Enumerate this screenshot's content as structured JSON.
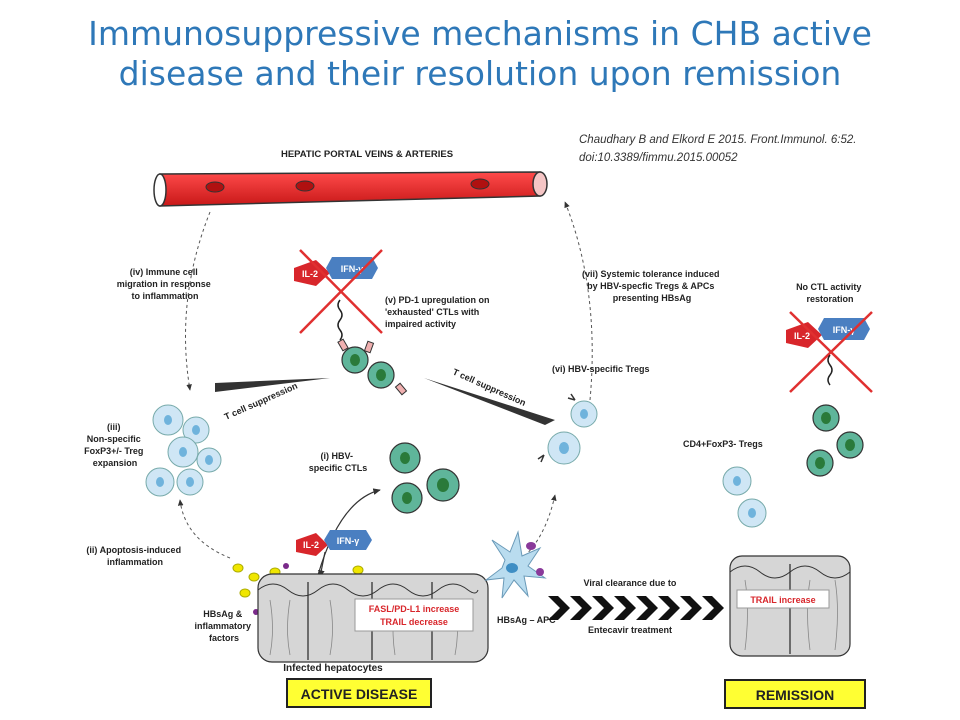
{
  "title_line1": "Immunosuppressive mechanisms in CHB active",
  "title_line2": "disease and their resolution upon remission",
  "citation_line1": "Chaudhary B and Elkord E 2015. Front.Immunol. 6:52.",
  "citation_line2": "doi:10.3389/fimmu.2015.00052",
  "labels": {
    "portal_veins": "HEPATIC PORTAL VEINS & ARTERIES",
    "iv_1": "(iv) Immune cell",
    "iv_2": "migration in response",
    "iv_3": "to inflammation",
    "v_1": "(v) PD-1 upregulation on",
    "v_2": "'exhausted' CTLs with",
    "v_3": "impaired activity",
    "vii_1": "(vii) Systemic tolerance induced",
    "vii_2": "by HBV-specfic Tregs & APCs",
    "vii_3": "presenting HBsAg",
    "no_ctl_1": "No CTL activity",
    "no_ctl_2": "restoration",
    "vi": "(vi) HBV-specific Tregs",
    "t_suppression_left": "T cell suppression",
    "t_suppression_right": "T cell suppression",
    "iii_1": "(iii)",
    "iii_2": "Non-specific",
    "iii_3": "FoxP3+/- Treg",
    "iii_4": "expansion",
    "i_1": "(i) HBV-",
    "i_2": "specific CTLs",
    "cd4_tregs": "CD4+FoxP3- Tregs",
    "ii_1": "(ii) Apoptosis-induced",
    "ii_2": "inflammation",
    "hbsag_1": "HBsAg &",
    "hbsag_2": "inflammatory",
    "hbsag_3": "factors",
    "fasl": "FASL/PD-L1 increase",
    "trail_decrease": "TRAIL decrease",
    "hbsag_apc": "HBsAg – APC",
    "viral_1": "Viral clearance due to",
    "viral_2": "Entecavir treatment",
    "trail_increase": "TRAIL increase",
    "infected": "Infected hepatocytes",
    "active_disease": "ACTIVE DISEASE",
    "remission": "REMISSION"
  },
  "cytokines": {
    "il2": "IL-2",
    "ifng": "IFN-γ"
  },
  "colors": {
    "title": "#2e78b8",
    "vessel": "#e02020",
    "il2": "#d8262b",
    "ifng": "#4a7fc1",
    "cell_green": "#5fb59a",
    "treg_blue": "#cfe6f5",
    "banner_yellow": "#ffff33"
  }
}
